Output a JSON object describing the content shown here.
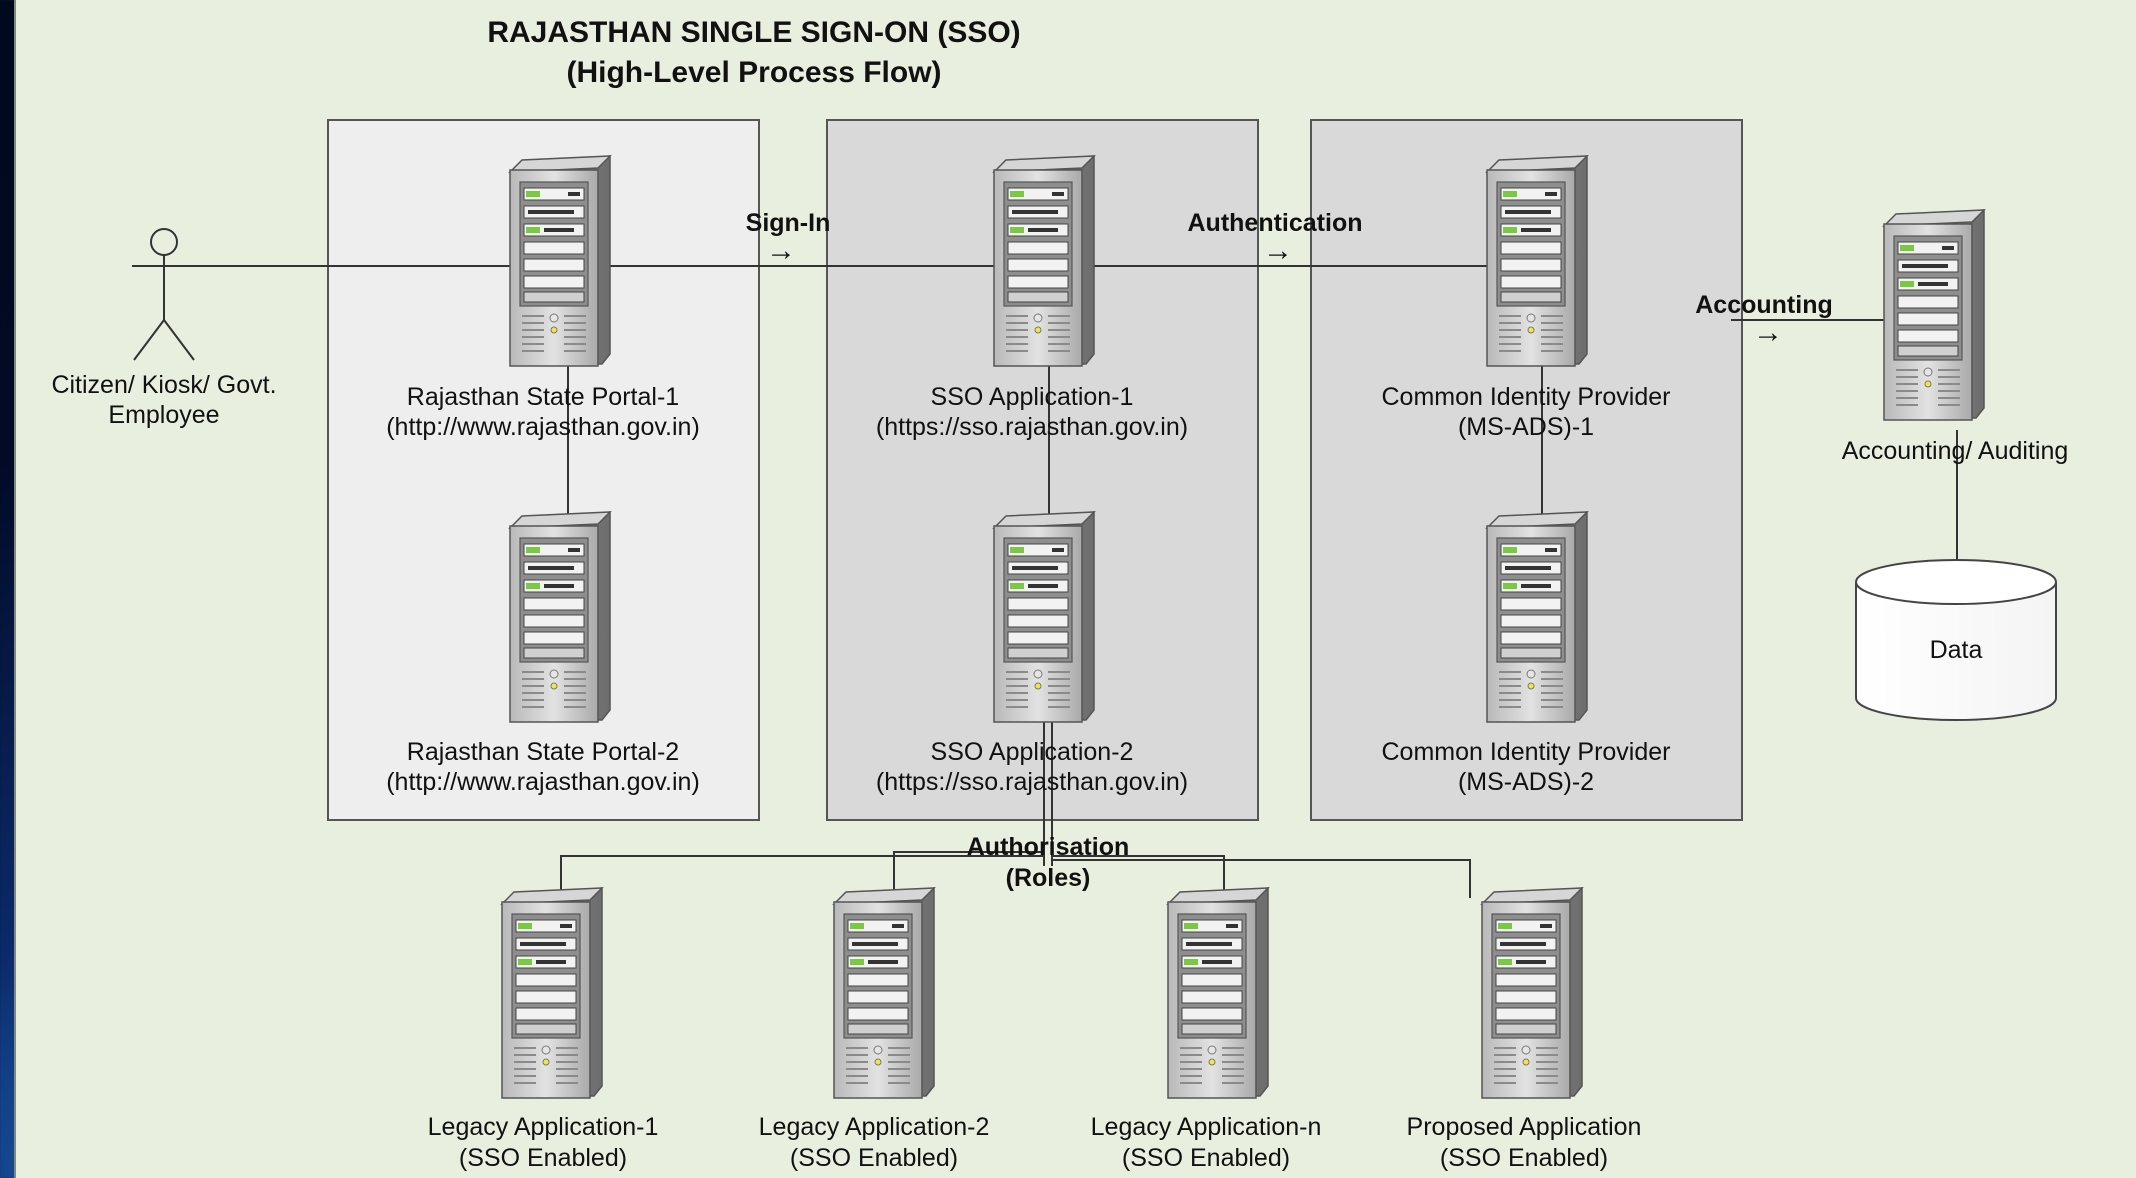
{
  "diagram": {
    "title": "RAJASTHAN SINGLE SIGN-ON (SSO)",
    "subtitle": "(High-Level Process Flow)",
    "actor": {
      "line1": "Citizen/ Kiosk/ Govt.",
      "line2": "Employee"
    },
    "groups": [
      {
        "name": "portal",
        "servers": [
          {
            "line1": "Rajasthan State Portal-1",
            "line2": "(http://www.rajasthan.gov.in)"
          },
          {
            "line1": "Rajasthan State Portal-2",
            "line2": "(http://www.rajasthan.gov.in)"
          }
        ]
      },
      {
        "name": "sso",
        "servers": [
          {
            "line1": "SSO Application-1",
            "line2": "(https://sso.rajasthan.gov.in)"
          },
          {
            "line1": "SSO Application-2",
            "line2": "(https://sso.rajasthan.gov.in)"
          }
        ]
      },
      {
        "name": "idp",
        "servers": [
          {
            "line1": "Common Identity Provider",
            "line2": "(MS-ADS)-1"
          },
          {
            "line1": "Common Identity Provider",
            "line2": "(MS-ADS)-2"
          }
        ]
      }
    ],
    "accounting_server": {
      "line1": "Accounting/ Auditing"
    },
    "database": {
      "label": "Data"
    },
    "flows": {
      "signin": "Sign-In",
      "authentication": "Authentication",
      "accounting": "Accounting",
      "authorisation_line1": "Authorisation",
      "authorisation_line2": "(Roles)",
      "arrow_glyph": "→"
    },
    "applications": [
      {
        "line1": "Legacy Application-1",
        "line2": "(SSO Enabled)"
      },
      {
        "line1": "Legacy Application-2",
        "line2": "(SSO Enabled)"
      },
      {
        "line1": "Legacy Application-n",
        "line2": "(SSO Enabled)"
      },
      {
        "line1": "Proposed Application",
        "line2": "(SSO Enabled)"
      }
    ],
    "colors": {
      "canvas": "#e9efdf",
      "group_box_light": "#eeeeee",
      "group_box": "#d9d9d9",
      "server_body": "#c9c9c9",
      "server_led": "#7ac943"
    }
  }
}
